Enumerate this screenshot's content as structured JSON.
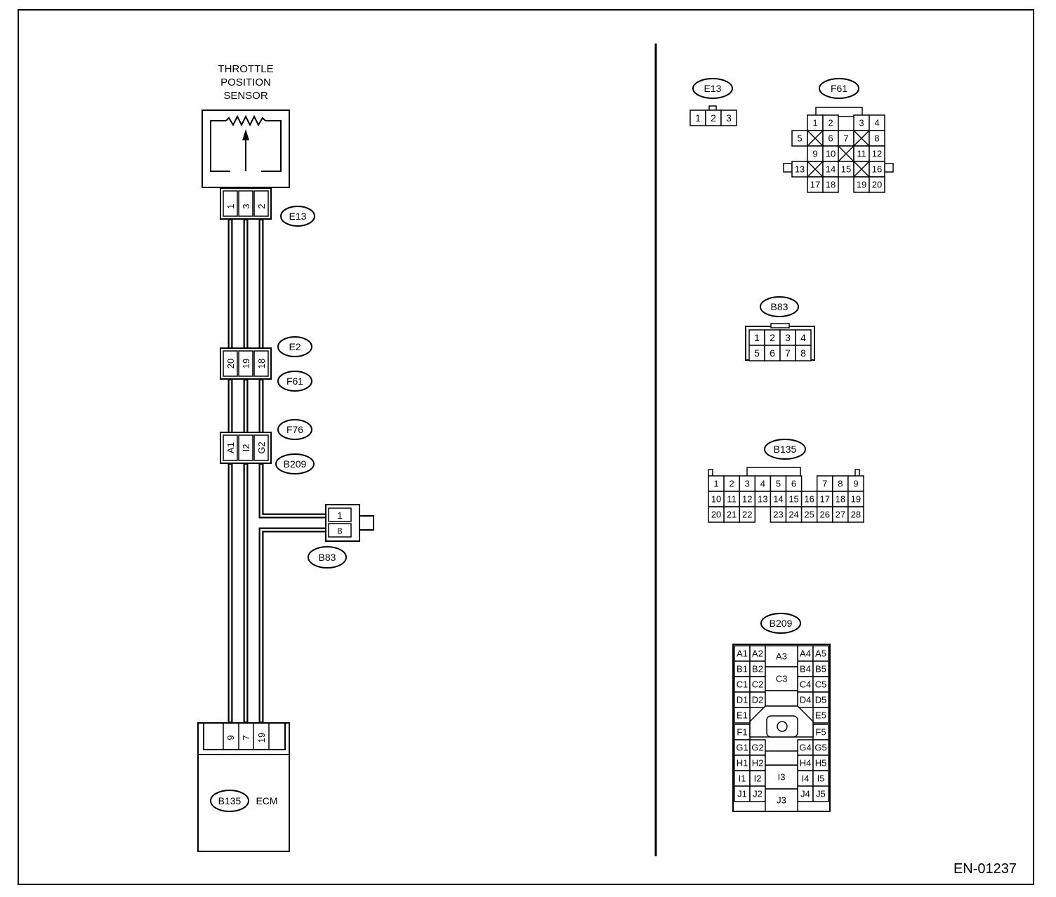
{
  "figure_code": "EN-01237",
  "sensor": {
    "label_lines": [
      "THROTTLE",
      "POSITION",
      "SENSOR"
    ]
  },
  "ecm": {
    "connector": "B135",
    "label": "ECM"
  },
  "harness": {
    "E13": {
      "tag": "E13",
      "pins": [
        "1",
        "3",
        "2"
      ]
    },
    "E2": {
      "tag": "E2"
    },
    "F61": {
      "tag": "F61",
      "pins": [
        "20",
        "19",
        "18"
      ]
    },
    "F76": {
      "tag": "F76"
    },
    "B209": {
      "tag": "B209",
      "pins": [
        "A1",
        "I2",
        "G2"
      ]
    },
    "B83": {
      "tag": "B83",
      "pins": [
        "1",
        "8"
      ]
    },
    "B135": {
      "pins": [
        "9",
        "7",
        "19"
      ]
    }
  },
  "connectors": {
    "E13": {
      "tag": "E13",
      "pins": [
        "1",
        "2",
        "3"
      ]
    },
    "F61": {
      "tag": "F61",
      "pins": [
        "1",
        "2",
        "3",
        "4",
        "5",
        "6",
        "7",
        "8",
        "9",
        "10",
        "11",
        "12",
        "13",
        "14",
        "15",
        "16",
        "17",
        "18",
        "19",
        "20"
      ]
    },
    "B83": {
      "tag": "B83",
      "pins": [
        "1",
        "2",
        "3",
        "4",
        "5",
        "6",
        "7",
        "8"
      ]
    },
    "B135": {
      "tag": "B135",
      "pins": [
        "1",
        "2",
        "3",
        "4",
        "5",
        "6",
        "7",
        "8",
        "9",
        "10",
        "11",
        "12",
        "13",
        "14",
        "15",
        "16",
        "17",
        "18",
        "19",
        "20",
        "21",
        "22",
        "23",
        "24",
        "25",
        "26",
        "27",
        "28"
      ]
    },
    "B209": {
      "tag": "B209",
      "pins": [
        "A1",
        "A2",
        "A3",
        "A4",
        "A5",
        "B1",
        "B2",
        "B4",
        "B5",
        "C1",
        "C2",
        "C3",
        "C4",
        "C5",
        "D1",
        "D2",
        "D4",
        "D5",
        "E1",
        "E5",
        "F1",
        "F5",
        "G1",
        "G2",
        "G4",
        "G5",
        "H1",
        "H2",
        "H4",
        "H5",
        "I1",
        "I2",
        "I3",
        "I4",
        "I5",
        "J1",
        "J2",
        "J3",
        "J4",
        "J5"
      ]
    }
  }
}
